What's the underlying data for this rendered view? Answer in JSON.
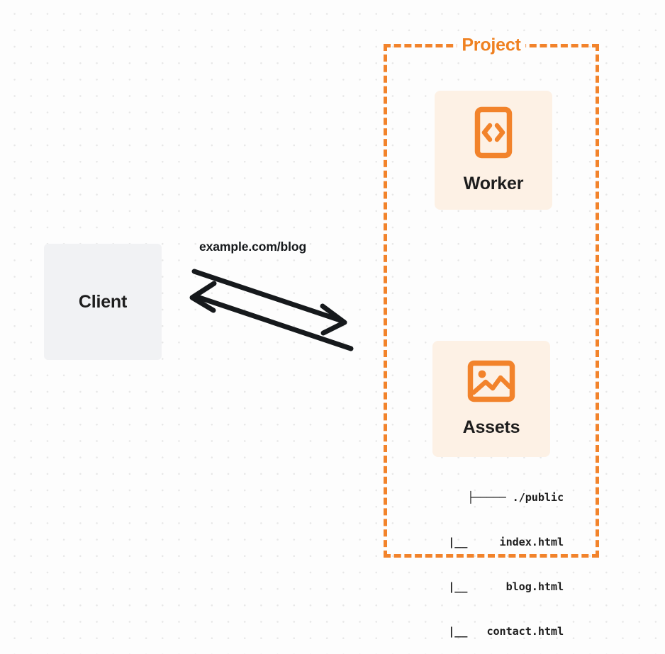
{
  "diagram": {
    "type": "architecture-flow",
    "background": {
      "color": "#fdfdfd",
      "dot_color": "#e7e7e7",
      "pattern": "dot-grid"
    },
    "colors": {
      "accent_orange": "#f2832b",
      "title_orange": "#ef8121",
      "node_fill_peach": "#fdf1e5",
      "client_fill_gray": "#f1f2f4",
      "text_dark": "#1d1d1d",
      "arrow_stroke": "#16191c"
    },
    "client": {
      "label": "Client",
      "icon": "none"
    },
    "edge": {
      "label": "example.com/blog",
      "direction": "bidirectional",
      "arrow_request": "client-to-project",
      "arrow_response": "project-to-client"
    },
    "project": {
      "title": "Project",
      "border_style": "dashed",
      "nodes": [
        {
          "label": "Worker",
          "icon": "code-brackets-icon"
        },
        {
          "label": "Assets",
          "icon": "image-picture-icon"
        }
      ],
      "file_tree": [
        "├───── ./public",
        "|__     index.html",
        "|__      blog.html",
        "|__   contact.html"
      ]
    }
  }
}
